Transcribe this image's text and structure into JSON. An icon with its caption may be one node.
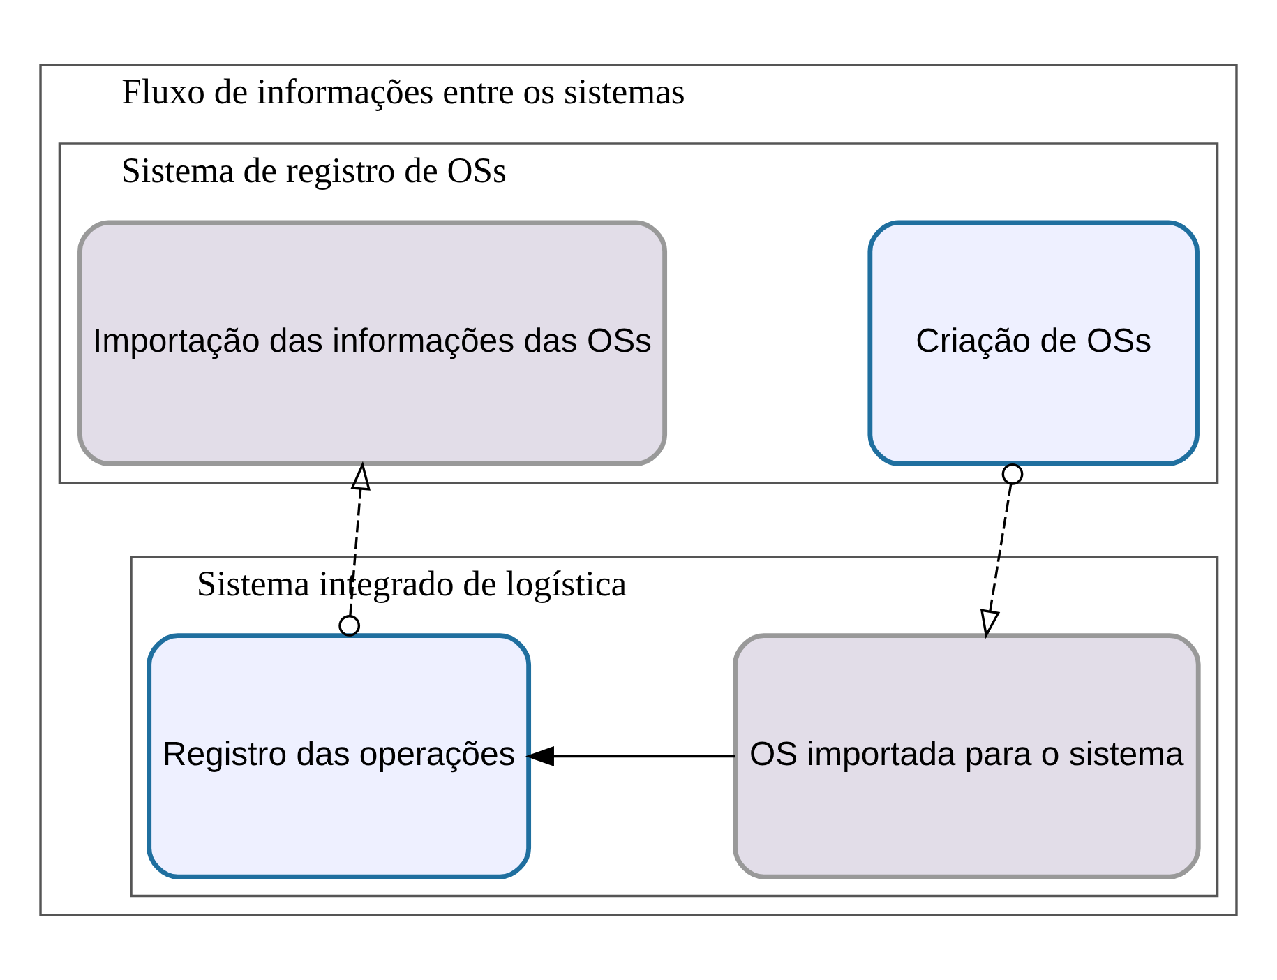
{
  "diagram": {
    "nodes": [
      {
        "text": [
          "Fluxo de informações entre os sistemas"
        ]
      },
      {
        "text": [
          "Sistema de registro de OSs"
        ],
        "in": 0
      },
      {
        "text": [
          "Sistema integrado de logística"
        ],
        "in": 0
      },
      {
        "text": [
          "Criação de OSs"
        ],
        "in": 1
      },
      {
        "text": [
          "Importação das informações das OSs"
        ],
        "in": 1
      },
      {
        "text": [
          "OS importada para o sistema"
        ],
        "in": 2
      },
      {
        "text": [
          "Registro das operações"
        ],
        "in": 2
      }
    ],
    "edges": [
      {
        "from": 3,
        "to": 5,
        "arrow": "to",
        "style": "dashed"
      },
      {
        "from": 5,
        "to": 6,
        "arrow": "to"
      },
      {
        "from": 6,
        "to": 4,
        "arrow": "to",
        "style": "dashed"
      }
    ]
  }
}
